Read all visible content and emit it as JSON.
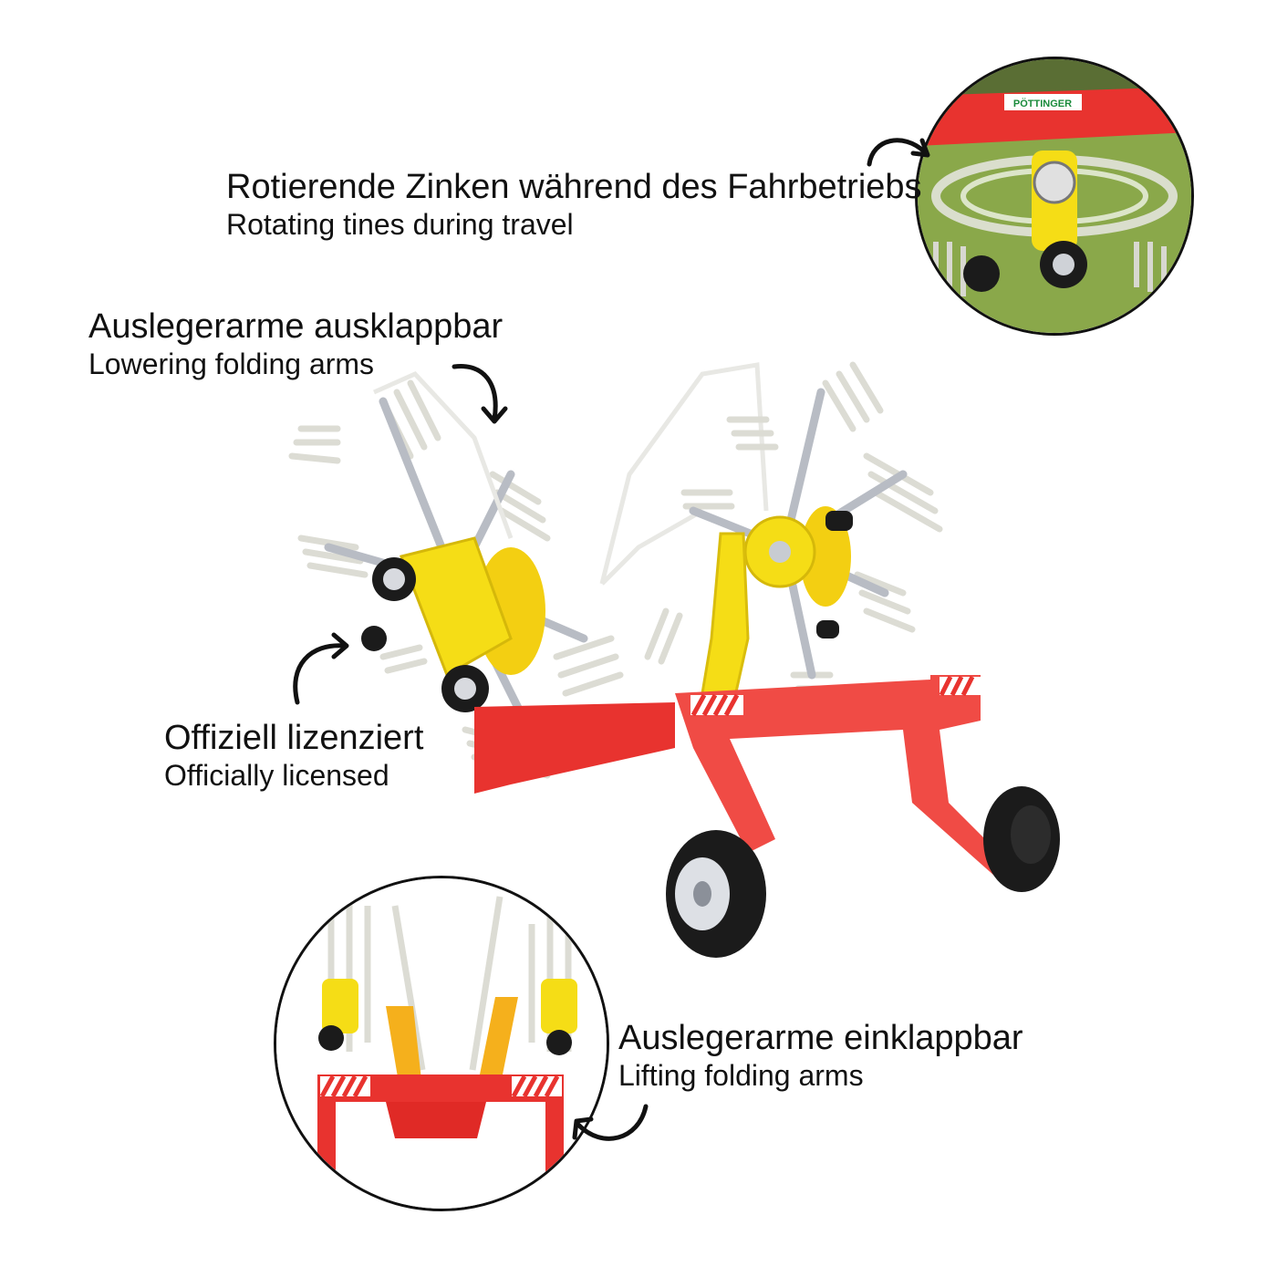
{
  "captions": {
    "rotating": {
      "de": "Rotierende Zinken während des Fahrbetriebs",
      "en": "Rotating tines during travel"
    },
    "lowering": {
      "de": "Auslegerarme ausklappbar",
      "en": "Lowering folding arms"
    },
    "licensed": {
      "de": "Offiziell lizenziert",
      "en": "Officially licensed"
    },
    "lifting": {
      "de": "Auslegerarme einklappbar",
      "en": "Lifting folding arms"
    }
  },
  "brand": {
    "logo_text": "PÖTTINGER",
    "logo_color": "#1a8a3a"
  },
  "colors": {
    "frame_red": "#e8332f",
    "rotor_yellow": "#f5dd16",
    "tine_white": "#eeeee8",
    "arm_yellow": "#f5b01c",
    "tire_black": "#1b1b1b",
    "grass_green": "#8aa84a"
  },
  "icons": {
    "arrow": "curved-arrow-icon"
  }
}
